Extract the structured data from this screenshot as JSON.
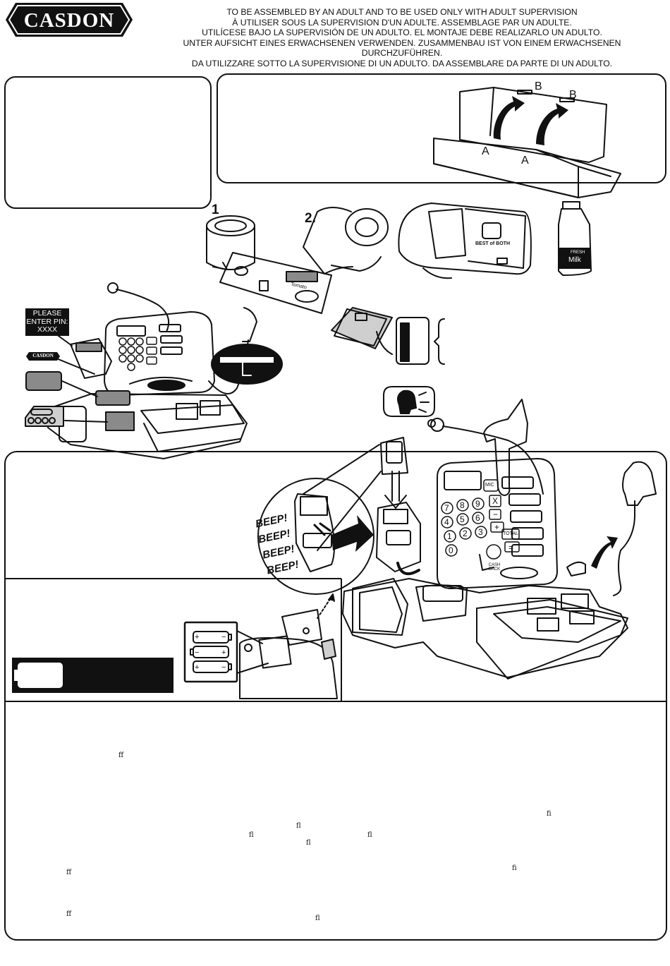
{
  "brand": {
    "logo_text": "CASDON",
    "mini_logo_text": "CASDON"
  },
  "warnings": [
    "TO BE ASSEMBLED BY AN ADULT AND TO BE USED ONLY WITH ADULT SUPERVISION",
    "À UTILISER SOUS LA SUPERVISION D'UN ADULTE. ASSEMBLAGE PAR UN ADULTE.",
    "UTILÍCESE BAJO LA SUPERVISIÓN DE UN ADULTO. EL MONTAJE DEBE REALIZARLO UN ADULTO.",
    "UNTER AUFSICHT EINES ERWACHSENEN VERWENDEN. ZUSAMMENBAU IST VON EINEM ERWACHSENEN DURCHZUFÜHREN.",
    "DA UTILIZZARE SOTTO LA SUPERVISIONE DI UN ADULTO. DA ASSEMBLARE DA PARTE DI UN ADULTO."
  ],
  "assembly": {
    "tab_a": "A",
    "tab_b": "B"
  },
  "steps": {
    "step1": "1",
    "step2": "2."
  },
  "pin_prompt": {
    "line1": "PLEASE",
    "line2": "ENTER PIN:",
    "line3": "XXXX"
  },
  "keypad": {
    "keys": [
      "7",
      "8",
      "9",
      "X",
      "4",
      "5",
      "6",
      "−",
      "1",
      "2",
      "3",
      "+",
      "0",
      "TOTAL",
      "="
    ],
    "mic_key": "MIC",
    "cash_back": "CASH BACK"
  },
  "products": {
    "bread": "BEST of BOTH",
    "milk_label": "FRESH",
    "milk": "Milk",
    "soup": "Tomato"
  },
  "beeps": [
    "BEEP!",
    "BEEP!",
    "BEEP!",
    "BEEP!"
  ],
  "ligatures": {
    "a": "ff",
    "b": "fi",
    "c": "fl",
    "d": "fl",
    "e": "fl",
    "f": "fl",
    "g": "fi",
    "h": "ff",
    "i": "ff",
    "j": "fl"
  },
  "colors": {
    "ink": "#111111",
    "grey": "#8a8a8a",
    "light_grey": "#cfcfcf",
    "paper": "#ffffff"
  }
}
